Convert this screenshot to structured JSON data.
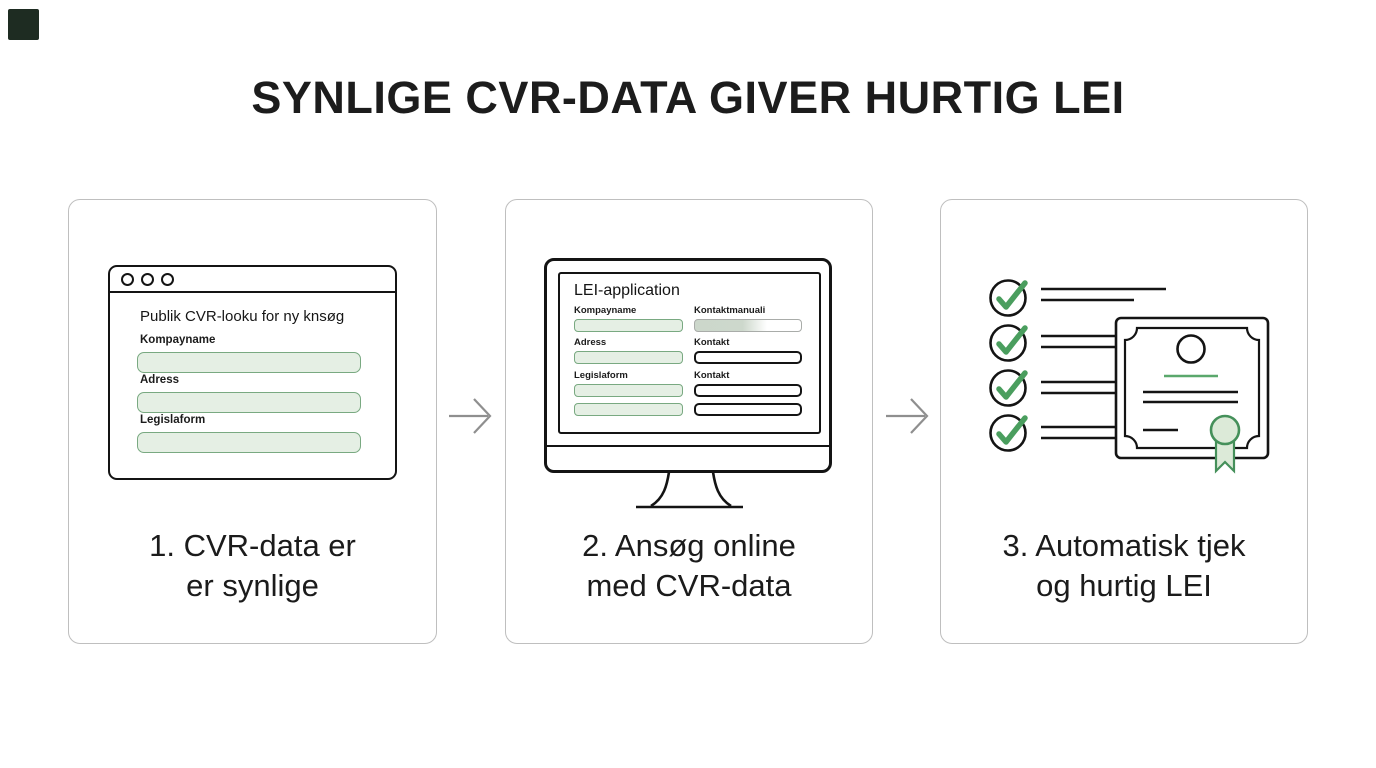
{
  "title": "SYNLIGE CVR-DATA GIVER HURTIG LEI",
  "colors": {
    "accent_green": "#4a9e5e",
    "input_fill_green": "#e5efe4",
    "input_border_green": "#79a981",
    "card_border": "#bfbfbf",
    "arrow_gray": "#8f8f8f",
    "text_dark": "#1b1b1b",
    "corner_mark": "#1e2c22",
    "seal_fill": "#dcead8"
  },
  "steps": [
    {
      "caption_line1": "1. CVR-data er",
      "caption_line2": "er synlige",
      "browser": {
        "heading": "Publik CVR-looku for ny knsøg",
        "fields": [
          "Kompayname",
          "Adress",
          "Legislaform"
        ]
      }
    },
    {
      "caption_line1": "2. Ansøg online",
      "caption_line2": "med CVR-data",
      "monitor": {
        "heading": "LEI-application",
        "left_labels": [
          "Kompayname",
          "Adress",
          "Legislaform"
        ],
        "right_labels": [
          "Kontaktmanuali",
          "Kontakt",
          "Kontakt"
        ]
      }
    },
    {
      "caption_line1": "3. Automatisk tjek",
      "caption_line2": "og hurtig LEI",
      "checklist": {
        "items": 4
      }
    }
  ]
}
